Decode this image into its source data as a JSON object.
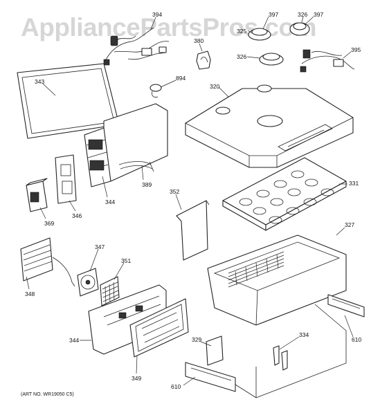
{
  "watermark": "AppliancePartsPros.com",
  "art_number": "(ART NO. WR19050 C5)",
  "callouts": {
    "c394": "394",
    "c397a": "397",
    "c326a": "326",
    "c397b": "397",
    "c325": "325",
    "c326b": "326",
    "c395": "395",
    "c380": "380",
    "c894": "894",
    "c343": "343",
    "c320": "320",
    "c331": "331",
    "c389": "389",
    "c344a": "344",
    "c346": "346",
    "c369": "369",
    "c352": "352",
    "c327": "327",
    "c347": "347",
    "c351": "351",
    "c348": "348",
    "c344b": "344",
    "c329": "329",
    "c334": "334",
    "c610a": "610",
    "c610b": "610",
    "c349": "349"
  }
}
